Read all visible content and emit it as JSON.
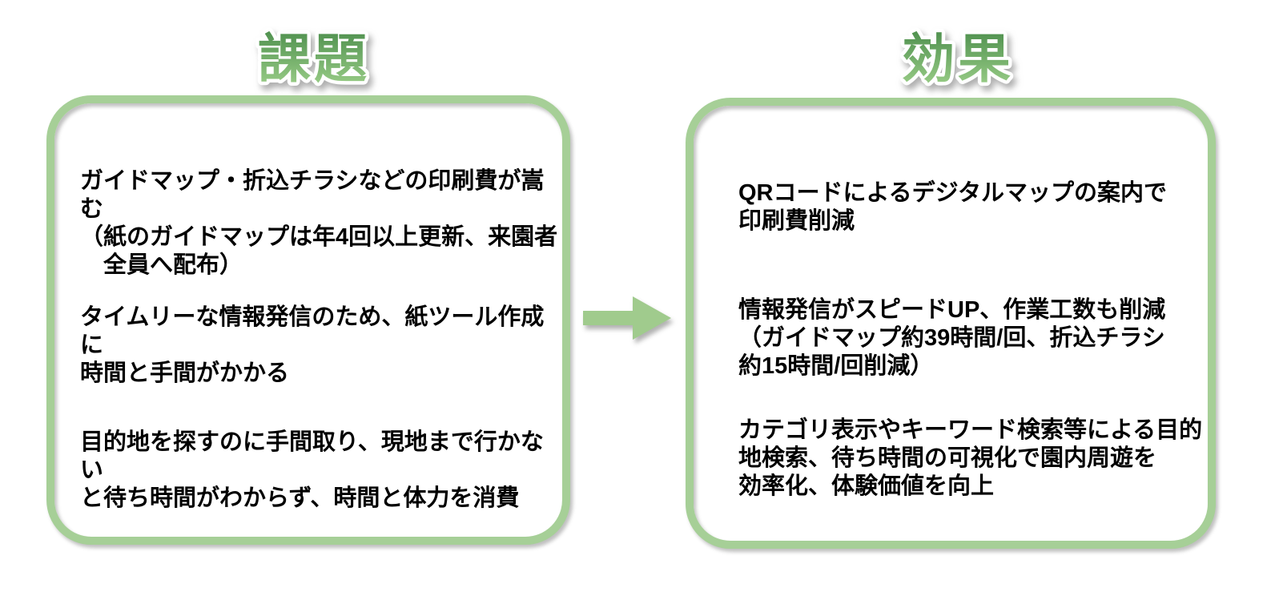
{
  "diagram": {
    "left_panel": {
      "title": "課題",
      "items": [
        "ガイドマップ・折込チラシなどの印刷費が嵩む\n（紙のガイドマップは年4回以上更新、来園者\n　全員へ配布）",
        "タイムリーな情報発信のため、紙ツール作成に\n時間と手間がかかる",
        "目的地を探すのに手間取り、現地まで行かない\nと待ち時間がわからず、時間と体力を消費"
      ]
    },
    "right_panel": {
      "title": "効果",
      "items": [
        "QRコードによるデジタルマップの案内で\n印刷費削減",
        "情報発信がスピードUP、作業工数も削減\n（ガイドマップ約39時間/回、折込チラシ\n約15時間/回削減）",
        "カテゴリ表示やキーワード検索等による目的\n地検索、待ち時間の可視化で園内周遊を\n効率化、体験価値を向上"
      ]
    },
    "arrow": {
      "direction": "right"
    }
  },
  "colors": {
    "box_border": "#a6cf97",
    "arrow_green": "#a0cb8d",
    "title_top": "#4d8f4d",
    "title_bottom": "#9ccf89",
    "text_color": "#000000",
    "page_bg": "#ffffff"
  }
}
